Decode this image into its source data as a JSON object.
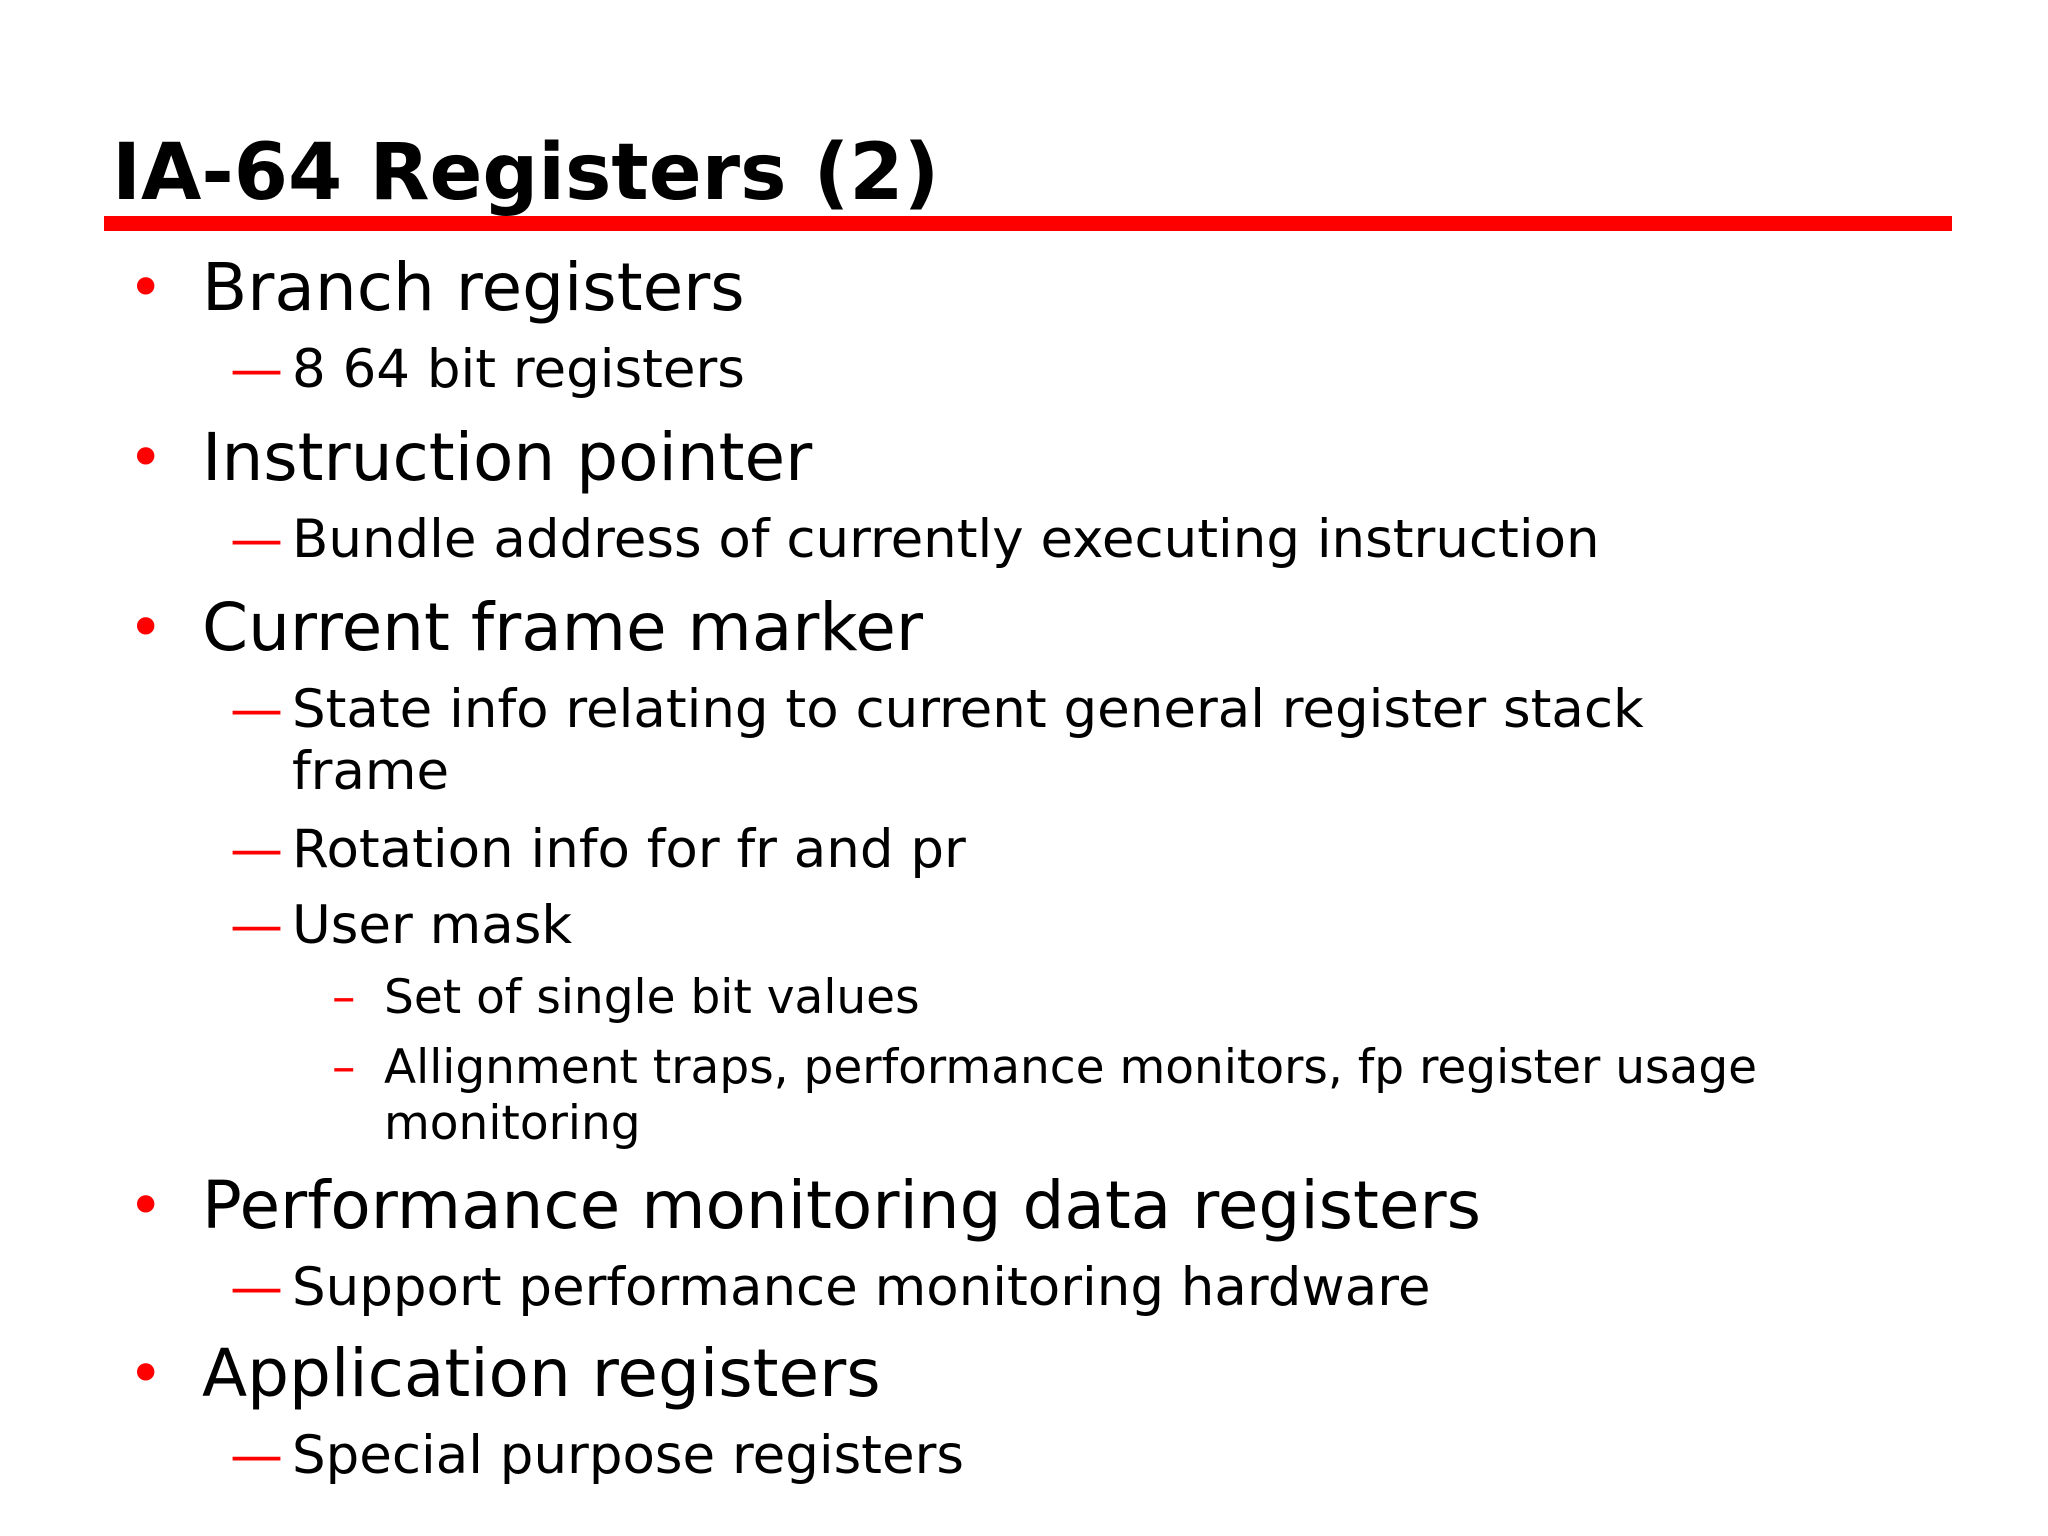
{
  "slide": {
    "title": "IA-64 Registers (2)",
    "bullet_marker": "•",
    "sub_marker": "—",
    "subsub_marker": "–",
    "accent_color": "#ff0000",
    "items": [
      {
        "text": "Branch registers",
        "subs": [
          {
            "text": "8 64 bit registers"
          }
        ]
      },
      {
        "text": "Instruction pointer",
        "subs": [
          {
            "text": "Bundle address of currently executing instruction"
          }
        ]
      },
      {
        "text": "Current frame marker",
        "subs": [
          {
            "text": "State info relating to current general register stack",
            "cont": "frame"
          },
          {
            "text": "Rotation info for fr and pr"
          },
          {
            "text": "User mask",
            "subs": [
              {
                "text": "Set of single bit values"
              },
              {
                "text": "Allignment traps, performance monitors, fp register usage",
                "cont": "monitoring"
              }
            ]
          }
        ]
      },
      {
        "text": "Performance monitoring data registers",
        "subs": [
          {
            "text": "Support performance monitoring hardware"
          }
        ]
      },
      {
        "text": "Application registers",
        "subs": [
          {
            "text": "Special purpose registers"
          }
        ]
      }
    ]
  }
}
